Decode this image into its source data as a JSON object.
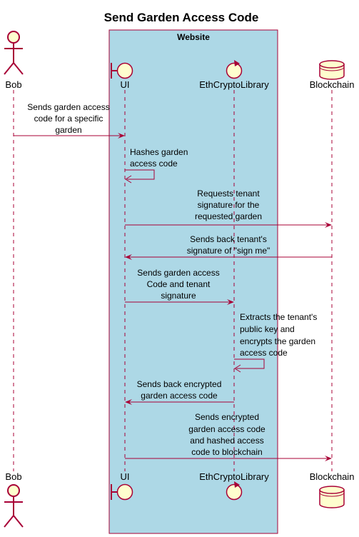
{
  "title": "Send Garden Access Code",
  "box": {
    "title": "Website",
    "color": "#ADD8E6"
  },
  "participants": [
    {
      "id": "bob",
      "name": "Bob",
      "kind": "actor"
    },
    {
      "id": "ui",
      "name": "UI",
      "kind": "boundary"
    },
    {
      "id": "lib",
      "name": "EthCryptoLibrary",
      "kind": "control"
    },
    {
      "id": "chain",
      "name": "Blockchain",
      "kind": "database"
    }
  ],
  "messages": [
    {
      "from": "bob",
      "to": "ui",
      "lines": [
        "Sends garden access",
        "code for a specific",
        "garden"
      ]
    },
    {
      "from": "ui",
      "to": "ui",
      "lines": [
        "Hashes garden",
        "access code"
      ]
    },
    {
      "from": "ui",
      "to": "chain",
      "lines": [
        "Requests tenant",
        "signature for the",
        "requested garden"
      ]
    },
    {
      "from": "chain",
      "to": "ui",
      "lines": [
        "Sends back tenant's",
        "signature of \"sign me\""
      ]
    },
    {
      "from": "ui",
      "to": "lib",
      "lines": [
        "Sends garden access",
        "Code and tenant",
        "signature"
      ]
    },
    {
      "from": "lib",
      "to": "lib",
      "lines": [
        "Extracts the tenant's",
        "public key and",
        "encrypts the garden",
        "access code"
      ]
    },
    {
      "from": "lib",
      "to": "ui",
      "lines": [
        "Sends back encrypted",
        "garden access code"
      ]
    },
    {
      "from": "ui",
      "to": "chain",
      "lines": [
        "Sends encrypted",
        "garden access code",
        "and hashed access",
        "code to blockchain"
      ]
    }
  ]
}
